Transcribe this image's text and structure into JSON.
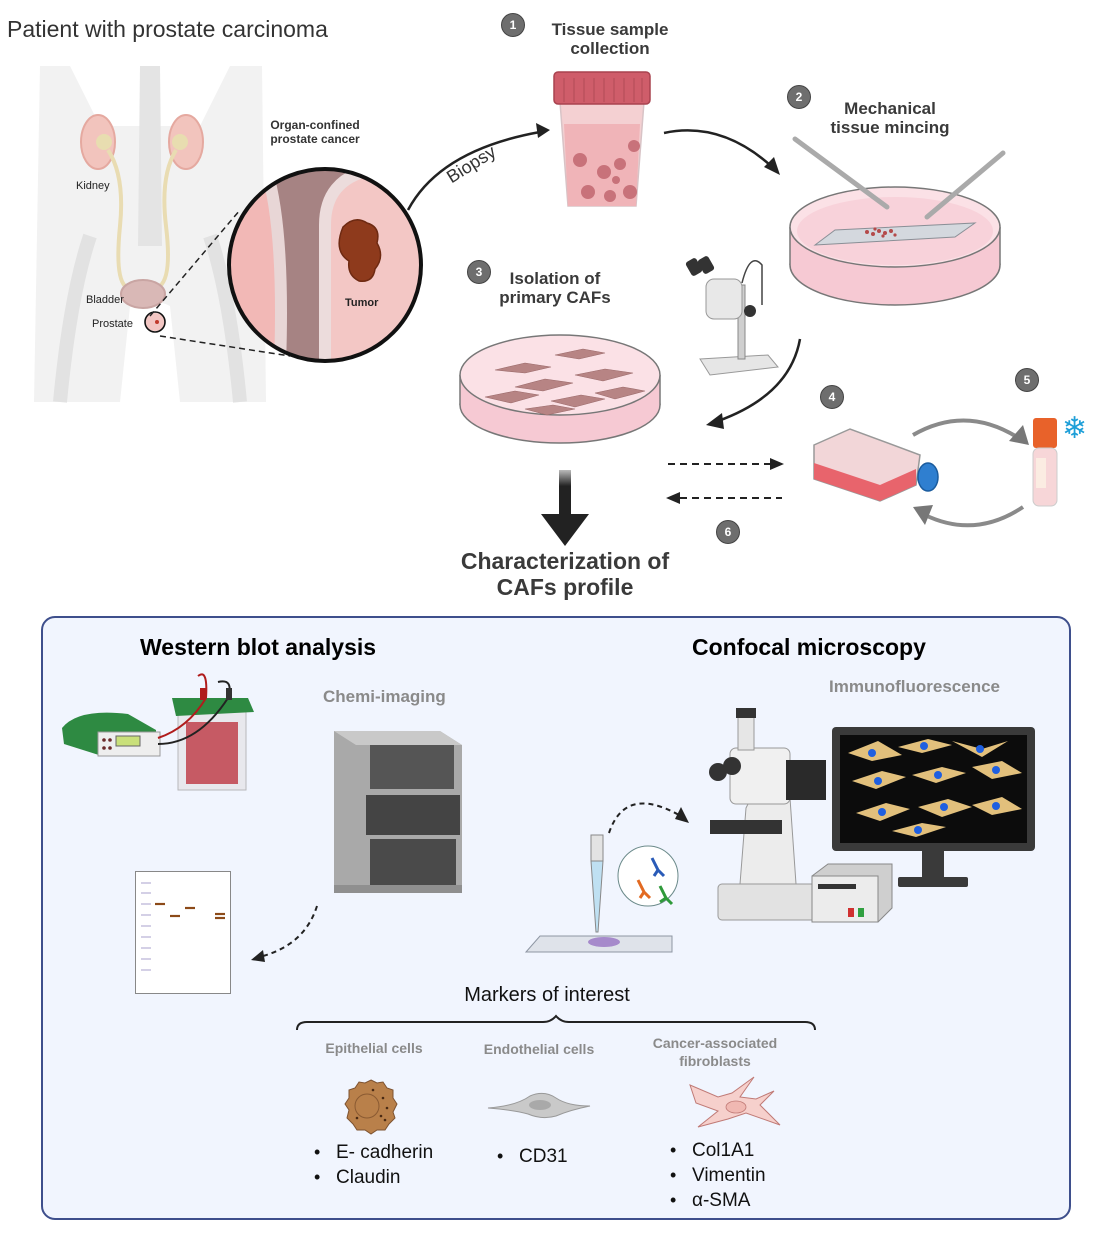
{
  "top": {
    "patient_title": "Patient with prostate carcinoma",
    "anatomy_labels": {
      "kidney": "Kidney",
      "bladder": "Bladder",
      "prostate": "Prostate",
      "organ_confined": "Organ-confined\nprostate cancer",
      "organ_confined_line1": "Organ-confined",
      "organ_confined_line2": "prostate cancer",
      "tumor": "Tumor"
    },
    "biopsy_label": "Biopsy",
    "steps": [
      {
        "number": "1",
        "title_line1": "Tissue sample",
        "title_line2": "collection"
      },
      {
        "number": "2",
        "title_line1": "Mechanical",
        "title_line2": "tissue mincing"
      },
      {
        "number": "3",
        "title_line1": "Isolation of",
        "title_line2": "primary CAFs"
      },
      {
        "number": "4"
      },
      {
        "number": "5"
      },
      {
        "number": "6"
      }
    ],
    "characterization_line1": "Characterization of",
    "characterization_line2": "CAFs profile"
  },
  "panel": {
    "western_blot_title": "Western blot analysis",
    "chemi_imaging_label": "Chemi-imaging",
    "confocal_title": "Confocal microscopy",
    "immunofluorescence_label": "Immunofluorescence",
    "markers_title": "Markers of interest",
    "marker_groups": [
      {
        "heading_line1": "Epithelial cells",
        "heading_line2": "",
        "cell_icon": "epithelial-cell-icon",
        "markers": [
          "E- cadherin",
          "Claudin"
        ]
      },
      {
        "heading_line1": "Endothelial cells",
        "heading_line2": "",
        "cell_icon": "endothelial-cell-icon",
        "markers": [
          "CD31"
        ]
      },
      {
        "heading_line1": "Cancer-associated",
        "heading_line2": "fibroblasts",
        "cell_icon": "fibroblast-cell-icon",
        "markers": [
          "Col1A1",
          "Vimentin",
          "α-SMA"
        ]
      }
    ]
  },
  "colors": {
    "panel_border": "#3e4f8c",
    "panel_bg": "#f1f5fe",
    "badge": "#6e6e6e",
    "snowflake": "#1e9fd8",
    "flask_cap": "#2f7fd0",
    "tube_cap": "#e8622a",
    "tumor": "#8e3a1c"
  }
}
